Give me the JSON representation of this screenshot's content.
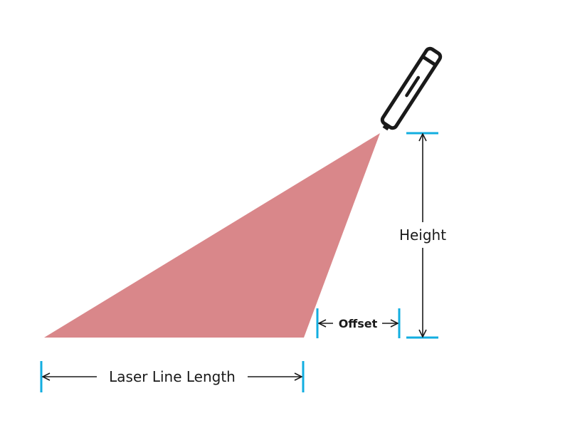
{
  "labels": {
    "height": "Height",
    "offset": "Offset",
    "length": "Laser Line Length"
  },
  "colors": {
    "laser_beam": "#d9878a",
    "marker": "#12aee0",
    "line": "#1a1a1a",
    "device": "#1a1a1a"
  },
  "icons": {
    "device": "laser-pointer-icon"
  }
}
